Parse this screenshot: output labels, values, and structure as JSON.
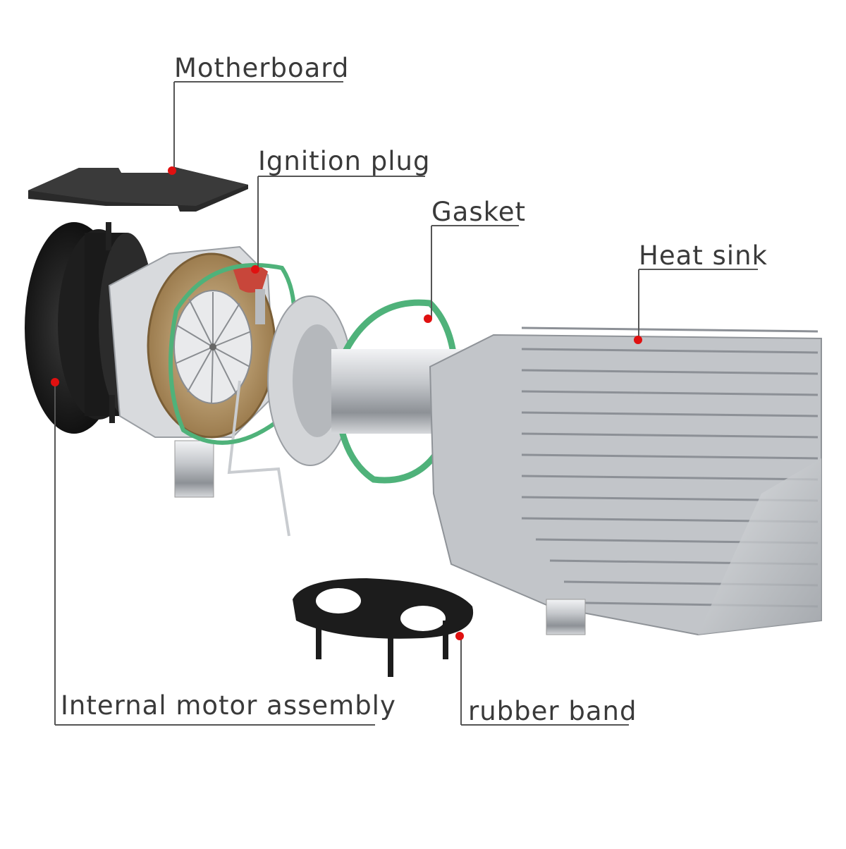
{
  "labels": {
    "motherboard": "Motherboard",
    "ignition_plug": "Ignition plug",
    "gasket": "Gasket",
    "heat_sink": "Heat sink",
    "internal_motor_assembly": "Internal motor assembly",
    "rubber_band": "rubber band"
  },
  "colors": {
    "label_text": "#3a3a3a",
    "leader_line": "#555555",
    "marker_dot": "#e01010",
    "gasket_green": "#4fb27a",
    "impeller_tan": "#b89868",
    "metal_silver": "#c9ccd0",
    "black_part": "#1c1c1c"
  }
}
